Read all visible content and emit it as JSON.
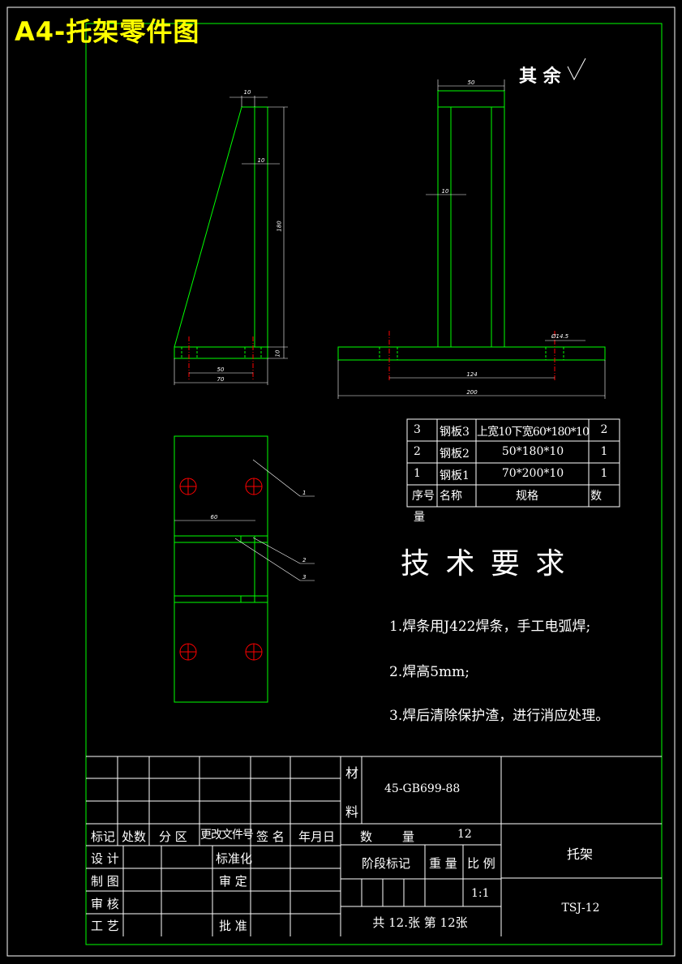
{
  "title": "A4-托架零件图",
  "surface_roughness": "其 余",
  "dims": {
    "side_top_w": "10",
    "side_mid_w": "10",
    "side_height": "180",
    "side_base_h": "10",
    "side_hole_pitch": "50",
    "side_base_w": "70",
    "front_top_w": "50",
    "front_web_w": "10",
    "front_hole_d": "Ø14.5",
    "front_hole_pitch": "124",
    "front_base_w": "200",
    "plan_w": "60",
    "leader_1": "1",
    "leader_2": "2",
    "leader_3": "3"
  },
  "parts_table": {
    "rows": [
      {
        "no": "3",
        "name": "钢板3",
        "spec": "上宽10下宽60*180*10",
        "qty": "2"
      },
      {
        "no": "2",
        "name": "钢板2",
        "spec": "50*180*10",
        "qty": "1"
      },
      {
        "no": "1",
        "name": "钢板1",
        "spec": "70*200*10",
        "qty": "1"
      }
    ],
    "header": {
      "no": "序号",
      "name": "名称",
      "spec": "规格",
      "qty": "数",
      "qty2": "量"
    }
  },
  "tech": {
    "title": "技 术 要 求",
    "items": [
      "1.焊条用J422焊条，手工电弧焊;",
      "2.焊高5mm;",
      "3.焊后清除保护渣，进行消应处理。"
    ]
  },
  "titleblock": {
    "material_label_1": "材",
    "material_label_2": "料",
    "material": "45-GB699-88",
    "mark": "标记",
    "count": "处数",
    "zone": "分 区",
    "change_doc": "更改文件号",
    "sign": "签 名",
    "date": "年月日",
    "qty_label": "数",
    "qty_label2": "量",
    "qty": "12",
    "part_name": "托架",
    "design": "设 计",
    "standardize": "标准化",
    "stage": "阶段标记",
    "weight": "重 量",
    "scale_label": "比 例",
    "draw": "制 图",
    "approve_fix": "审 定",
    "drawing_no": "TSJ-12",
    "check": "审 核",
    "scale": "1:1",
    "process": "工 艺",
    "approve": "批 准",
    "sheets": "共 12.张 第 12张"
  }
}
